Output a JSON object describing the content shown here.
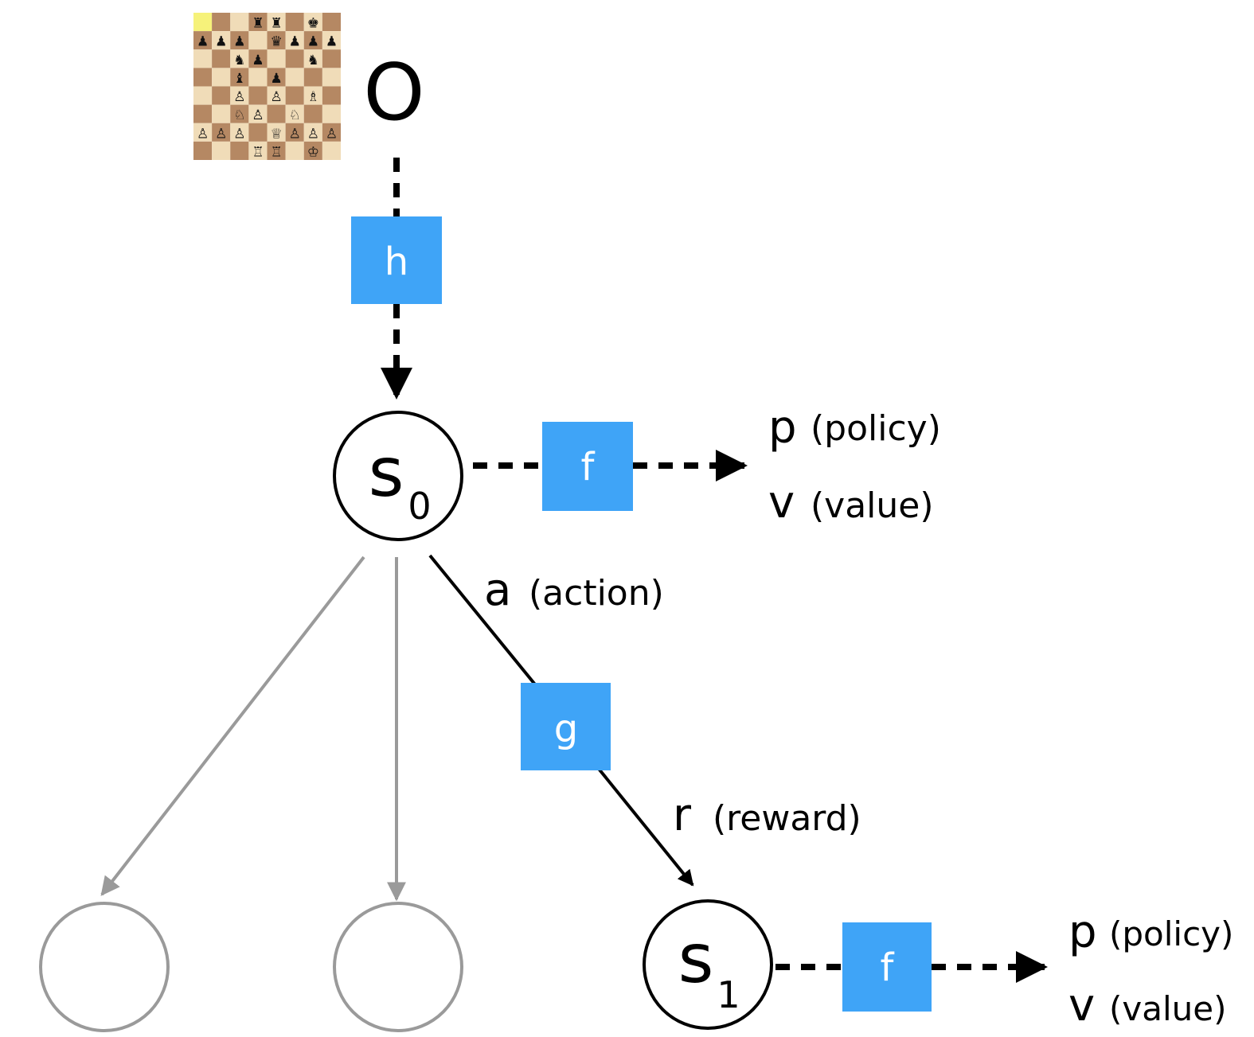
{
  "observation": {
    "symbol": "O"
  },
  "functions": {
    "representation": "h",
    "prediction": "f",
    "dynamics": "g"
  },
  "states": [
    {
      "symbol": "s",
      "subscript": "0"
    },
    {
      "symbol": "s",
      "subscript": "1"
    }
  ],
  "labels": {
    "action": {
      "symbol": "a",
      "desc": "(action)"
    },
    "reward": {
      "symbol": "r",
      "desc": "(reward)"
    },
    "policy": {
      "symbol": "p",
      "desc": "(policy)"
    },
    "value": {
      "symbol": "v",
      "desc": "(value)"
    }
  },
  "colors": {
    "function_box": "#3fa4f7",
    "edge": "#000000",
    "unexplored_edge": "#9a9a9a",
    "board_light": "#f0dcb8",
    "board_dark": "#b58863",
    "board_highlight": "#f6f27a"
  },
  "chess_board": {
    "rows": [
      [
        "",
        "",
        "",
        "♜",
        "♜",
        "",
        "♚",
        ""
      ],
      [
        "♟",
        "♟",
        "♟",
        "",
        "♛",
        "♟",
        "♟",
        "♟"
      ],
      [
        "",
        "",
        "♞",
        "♟",
        "",
        "",
        "♞",
        ""
      ],
      [
        "",
        "",
        "♝",
        "",
        "♟",
        "",
        "",
        ""
      ],
      [
        "",
        "",
        "♙",
        "",
        "♙",
        "",
        "♗",
        ""
      ],
      [
        "",
        "",
        "♘",
        "♙",
        "",
        "♘",
        "",
        ""
      ],
      [
        "♙",
        "♙",
        "♙",
        "",
        "♕",
        "♙",
        "♙",
        "♙"
      ],
      [
        "",
        "",
        "",
        "♖",
        "♖",
        "",
        "♔",
        ""
      ]
    ]
  }
}
